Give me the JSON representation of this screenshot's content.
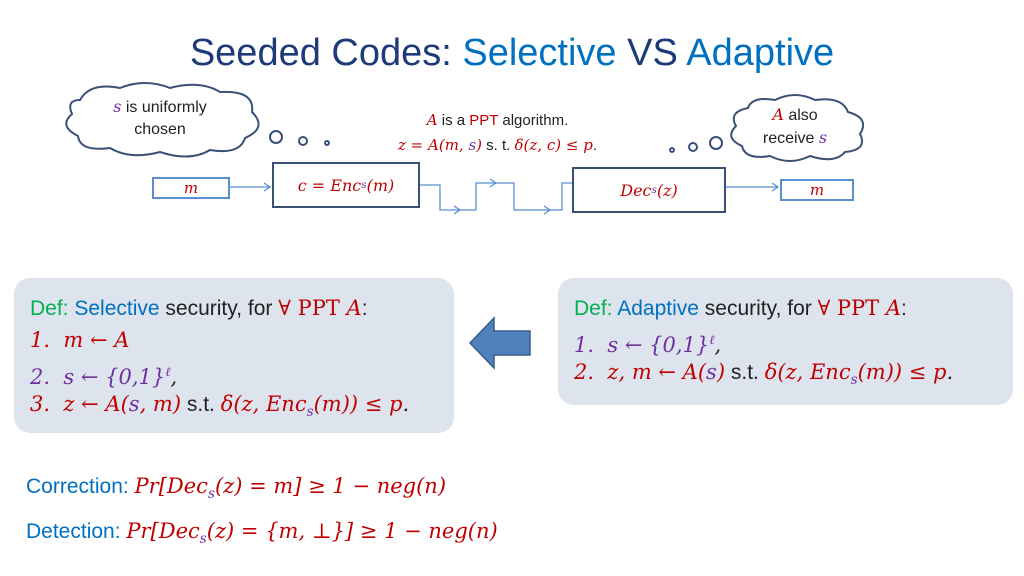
{
  "title": {
    "part1": "Seeded Codes: ",
    "part2": "Selective",
    "part3": " VS ",
    "part4": "Adaptive"
  },
  "left_cloud": {
    "var": "s",
    "text1": " is uniformly",
    "text2": "chosen"
  },
  "right_cloud": {
    "var": "A",
    "text1": " also",
    "text2": "receive ",
    "var2": "s"
  },
  "center": {
    "l1_a": "A",
    "l1_b": " is a ",
    "l1_c": "PPT",
    "l1_d": " algorithm.",
    "l2_a": "z = A(m, ",
    "l2_b": "s",
    "l2_c": ")",
    "l2_d": " s. t. ",
    "l2_e": "δ(z, c) ≤ p",
    "l2_f": "."
  },
  "diagram": {
    "m_in": "m",
    "enc": "c = Enc",
    "enc_sub": "s",
    "enc_tail": "(m)",
    "dec": "Dec",
    "dec_sub": "s",
    "dec_tail": "(z)",
    "m_out": "m"
  },
  "selective": {
    "def": "Def: ",
    "name": "Selective",
    "rest": " security, for ",
    "forall": "∀ PPT ",
    "A": "A",
    "colon": ":",
    "l1_n": "1.",
    "l1": "m ← A",
    "l2_n": "2.",
    "l2": "s ← {0,1}",
    "l2_sup": "ℓ",
    "l2_c": ",",
    "l3_n": "3.",
    "l3_a": "z ← A(",
    "l3_s": "s",
    "l3_b": ", m)",
    "l3_st": " s.t. ",
    "l3_c": "δ(z, Enc",
    "l3_sub": "s",
    "l3_d": "(m)) ≤ p",
    "l3_e": "."
  },
  "adaptive": {
    "def": "Def: ",
    "name": "Adaptive",
    "rest": " security, for ",
    "forall": "∀ PPT ",
    "A": "A",
    "colon": ":",
    "l1_n": "1.",
    "l1": "s ← {0,1}",
    "l1_sup": "ℓ",
    "l1_c": ",",
    "l2_n": "2.",
    "l2_a": "z, m ← A(",
    "l2_s": "s",
    "l2_b": ")",
    "l2_st": " s.t. ",
    "l2_c": "δ(z, Enc",
    "l2_sub": "s",
    "l2_d": "(m)) ≤ p",
    "l2_e": "."
  },
  "correction": {
    "label": "Correction: ",
    "a": "Pr[Dec",
    "sub": "s",
    "b": "(z) = m] ≥  1  − neg(n)"
  },
  "detection": {
    "label": "Detection: ",
    "a": "Pr[Dec",
    "sub": "s",
    "b": "(z) = {m, ⊥}] ≥  1  − neg(n)"
  }
}
